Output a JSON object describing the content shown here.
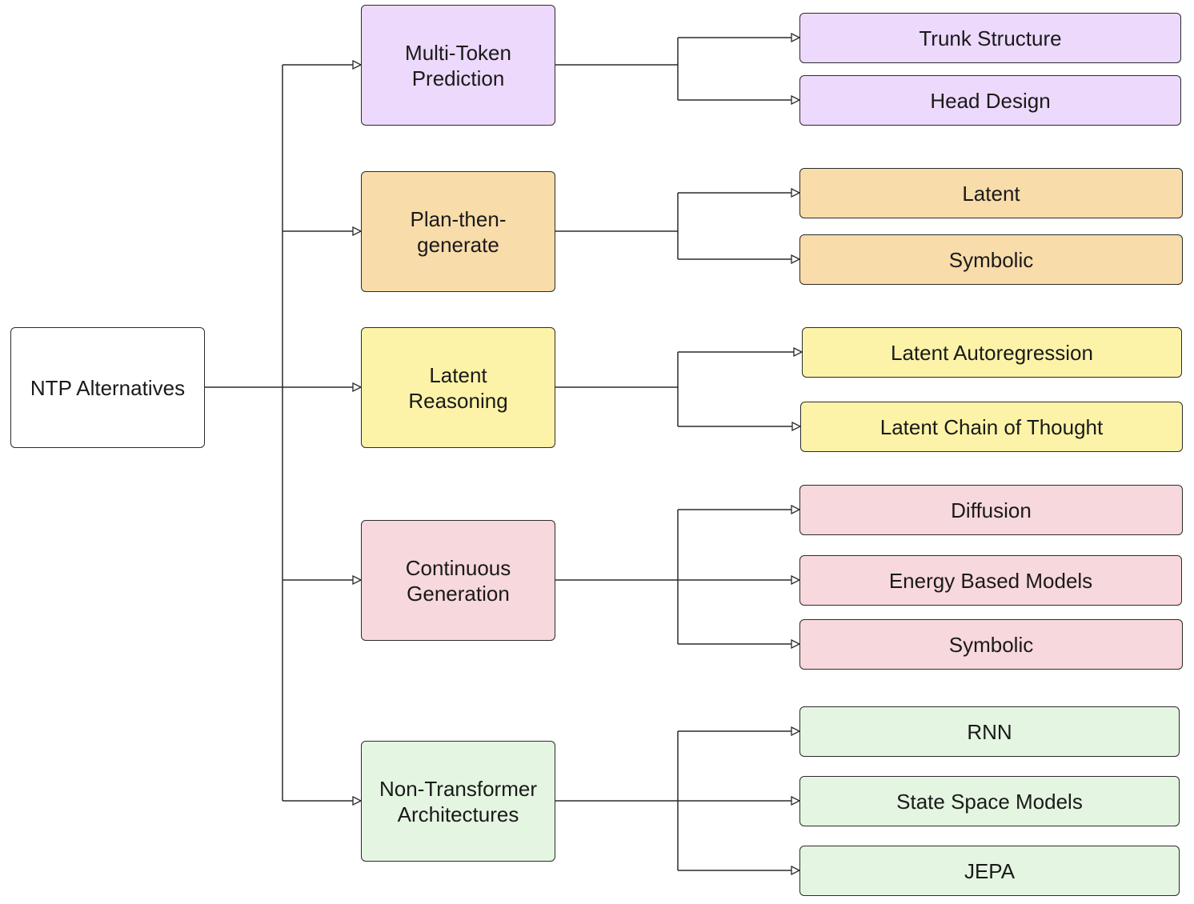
{
  "colors": {
    "purple": "#ecd9fb",
    "orange": "#f8dcaa",
    "yellow": "#fdf3a8",
    "pink": "#f7d8dc",
    "green": "#e4f6e1",
    "root": "#ffffff",
    "stroke": "#2b2b2b"
  },
  "root": {
    "label": "NTP Alternatives"
  },
  "categories": [
    {
      "label_lines": [
        "Multi-Token",
        "Prediction"
      ],
      "color": "purple",
      "children": [
        "Trunk Structure",
        "Head Design"
      ]
    },
    {
      "label_lines": [
        "Plan-then-",
        "generate"
      ],
      "color": "orange",
      "children": [
        "Latent",
        "Symbolic"
      ]
    },
    {
      "label_lines": [
        "Latent",
        "Reasoning"
      ],
      "color": "yellow",
      "children": [
        "Latent Autoregression",
        "Latent Chain of Thought"
      ]
    },
    {
      "label_lines": [
        "Continuous",
        "Generation"
      ],
      "color": "pink",
      "children": [
        "Diffusion",
        "Energy Based Models",
        "Symbolic"
      ]
    },
    {
      "label_lines": [
        "Non-Transformer",
        "Architectures"
      ],
      "color": "green",
      "children": [
        "RNN",
        "State Space Models",
        "JEPA"
      ]
    }
  ]
}
